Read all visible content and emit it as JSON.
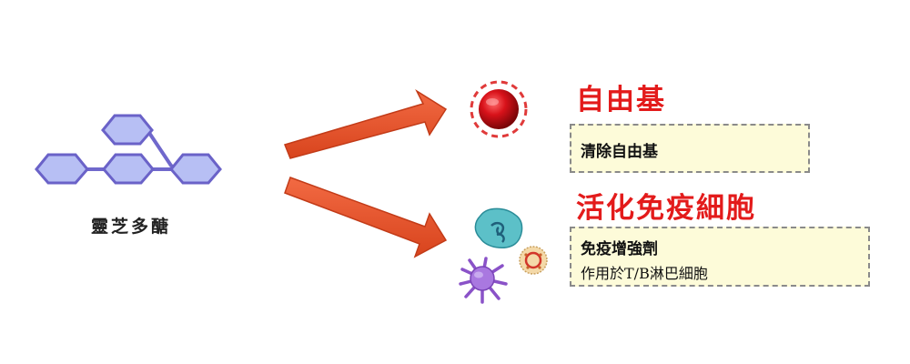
{
  "polysaccharide": {
    "label": "靈芝多醣",
    "color": "#b9c1f2",
    "stroke": "#6a62c8"
  },
  "arrow_color": "#e8562f",
  "free_radical": {
    "title": "自由基",
    "color": "#e31b1b",
    "box": {
      "title": "清除自由基"
    }
  },
  "immune": {
    "title": "活化免疫細胞",
    "color": "#e31b1b",
    "box": {
      "title": "免疫增強劑",
      "subtitle": "作用於T/B淋巴細胞"
    }
  },
  "box_bg": "#fdfbd9"
}
